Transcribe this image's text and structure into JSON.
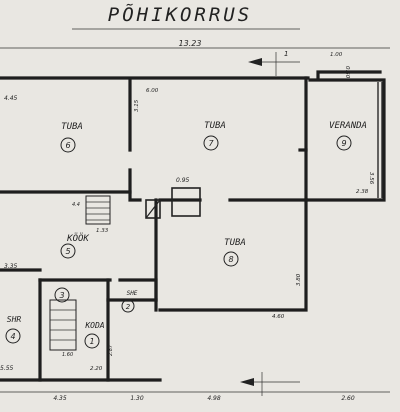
{
  "title": "PÕHIKORRUS",
  "dimensions": {
    "overall_top": "13.23",
    "top_right_a": "1.00",
    "top_right_b": "0.50",
    "left_top": "4.45",
    "room7_a": "3.15",
    "room7_b": "6.00",
    "stove": "0.95",
    "veranda_w": "2.38",
    "veranda_h": "3.56",
    "kitchen_a": "1.33",
    "kitchen_b": "4.4",
    "left_mid": "3.35",
    "room8_h": "3.80",
    "room8_w": "4.60",
    "stair_a": "1.60",
    "hall_a": "2.20",
    "hall_b": "2.87",
    "left_low": "5.55",
    "bottom_1": "4.35",
    "bottom_2": "1.30",
    "bottom_3": "4.98",
    "bottom_4": "2.60",
    "section_mark": "1"
  },
  "rooms": [
    {
      "name": "TUBA",
      "number": "6"
    },
    {
      "name": "TUBA",
      "number": "7"
    },
    {
      "name": "VERANDA",
      "number": "9"
    },
    {
      "name": "KÖÖK",
      "number": "5"
    },
    {
      "name": "TUBA",
      "number": "8"
    },
    {
      "name": "SHR",
      "number": "4"
    },
    {
      "name": "",
      "number": "3"
    },
    {
      "name": "SHE",
      "number": "2"
    },
    {
      "name": "KODA",
      "number": "1"
    }
  ]
}
